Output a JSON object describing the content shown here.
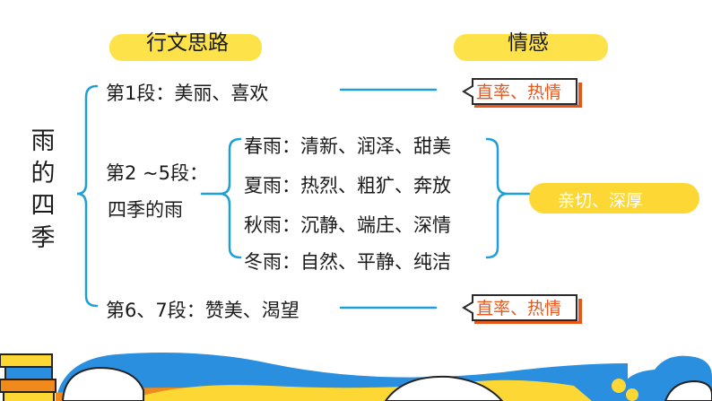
{
  "headers": {
    "left": "行文思路",
    "right": "情感"
  },
  "title_chars": [
    "雨",
    "的",
    "四",
    "季"
  ],
  "sections": {
    "para1": "第1段：美丽、喜欢",
    "para2_5_line1": "第2 ~5段：",
    "para2_5_line2": "四季的雨",
    "para6_7": "第6、7段：赞美、渴望"
  },
  "seasons": [
    "春雨：清新、润泽、甜美",
    "夏雨：热烈、粗犷、奔放",
    "秋雨：沉静、端庄、深情",
    "冬雨：自然、平静、纯洁"
  ],
  "emotions": {
    "para1": "直率、热情",
    "para2_5": "亲切、深厚",
    "para6_7": "直率、热情"
  },
  "colors": {
    "line": "#1e9fd8",
    "highlight": "#fde24a",
    "emotion_text": "#e8561a",
    "deco_blue": "#2b8fe0",
    "deco_orange": "#f08a1c",
    "deco_yellow": "#fdd835"
  }
}
